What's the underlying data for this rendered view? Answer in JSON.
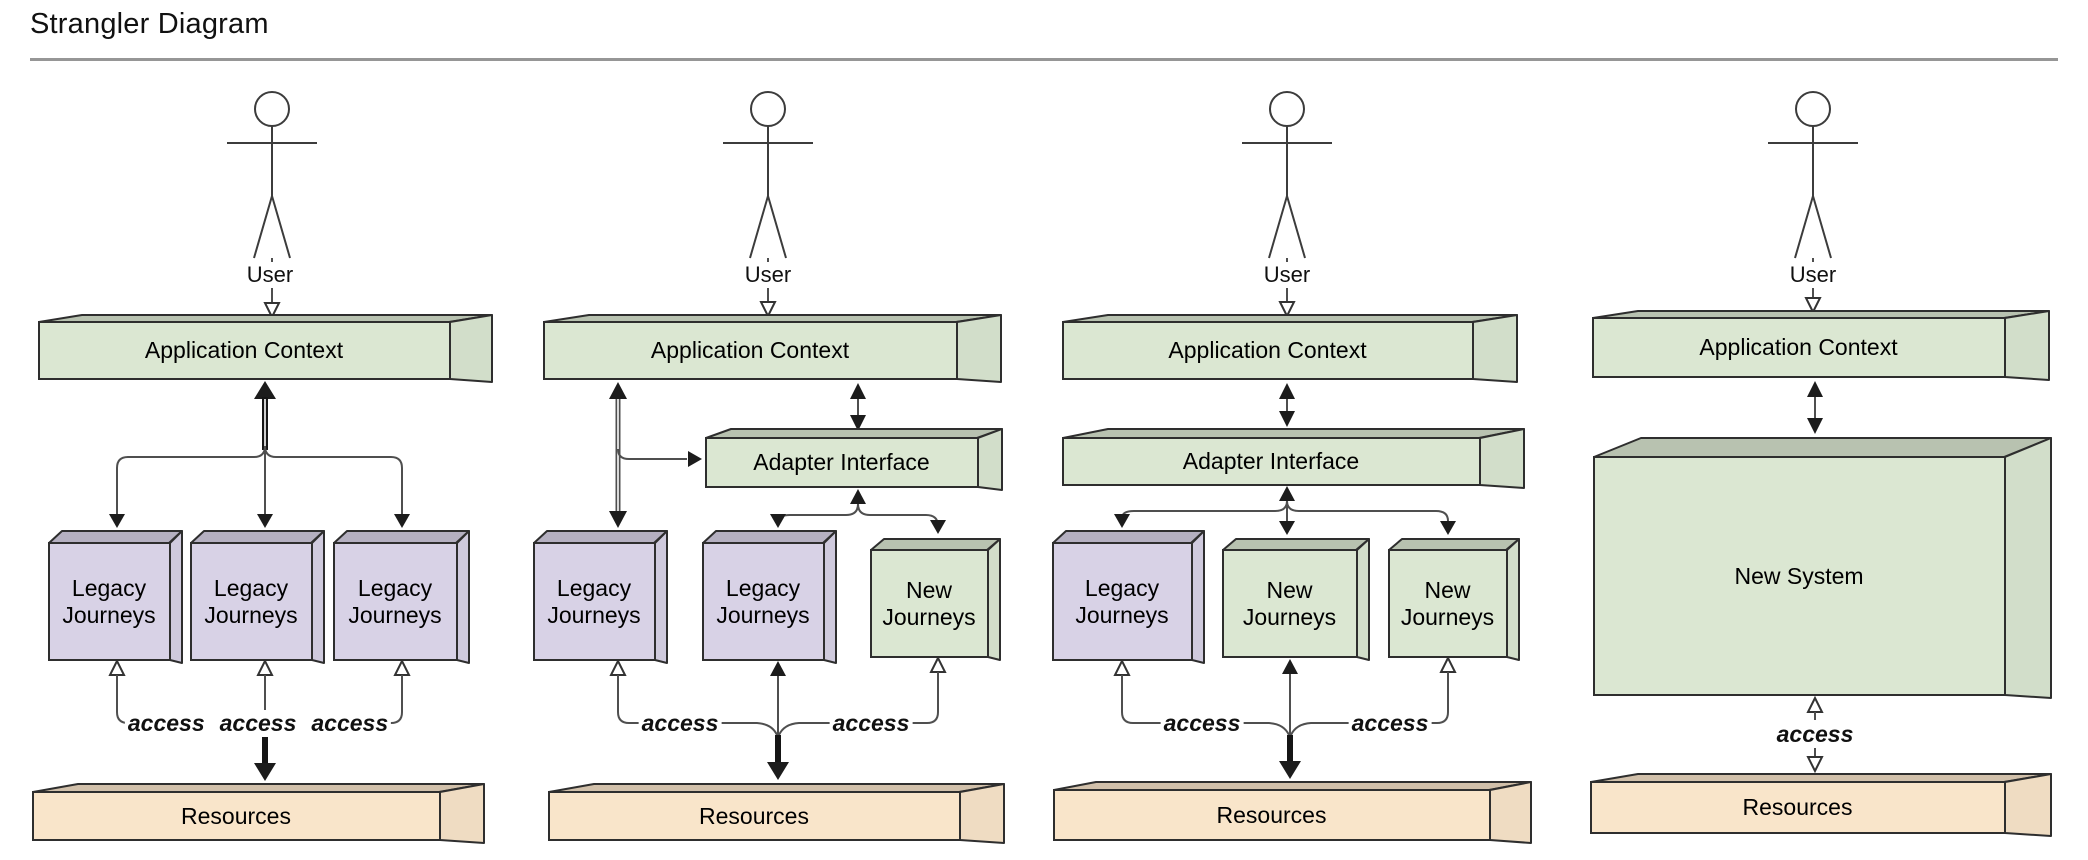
{
  "title": "Strangler Diagram",
  "colors": {
    "green": "#dbe7d2",
    "purple": "#d8d2e6",
    "tan": "#f9e5ca",
    "stroke": "#2e2e2e",
    "line": "#4f4f4f"
  },
  "panels": [
    {
      "user": "User",
      "application_context": "Application Context",
      "journeys": [
        {
          "label": "Legacy Journeys",
          "type": "legacy"
        },
        {
          "label": "Legacy Journeys",
          "type": "legacy"
        },
        {
          "label": "Legacy Journeys",
          "type": "legacy"
        }
      ],
      "access_labels": [
        "access",
        "access",
        "access"
      ],
      "resources": "Resources"
    },
    {
      "user": "User",
      "application_context": "Application Context",
      "adapter_interface": "Adapter Interface",
      "journeys": [
        {
          "label": "Legacy Journeys",
          "type": "legacy"
        },
        {
          "label": "Legacy Journeys",
          "type": "legacy"
        },
        {
          "label": "New Journeys",
          "type": "new"
        }
      ],
      "access_labels": [
        "access",
        "access"
      ],
      "resources": "Resources"
    },
    {
      "user": "User",
      "application_context": "Application Context",
      "adapter_interface": "Adapter Interface",
      "journeys": [
        {
          "label": "Legacy Journeys",
          "type": "legacy"
        },
        {
          "label": "New Journeys",
          "type": "new"
        },
        {
          "label": "New Journeys",
          "type": "new"
        }
      ],
      "access_labels": [
        "access",
        "access"
      ],
      "resources": "Resources"
    },
    {
      "user": "User",
      "application_context": "Application Context",
      "new_system": "New System",
      "access_labels": [
        "access"
      ],
      "resources": "Resources"
    }
  ]
}
